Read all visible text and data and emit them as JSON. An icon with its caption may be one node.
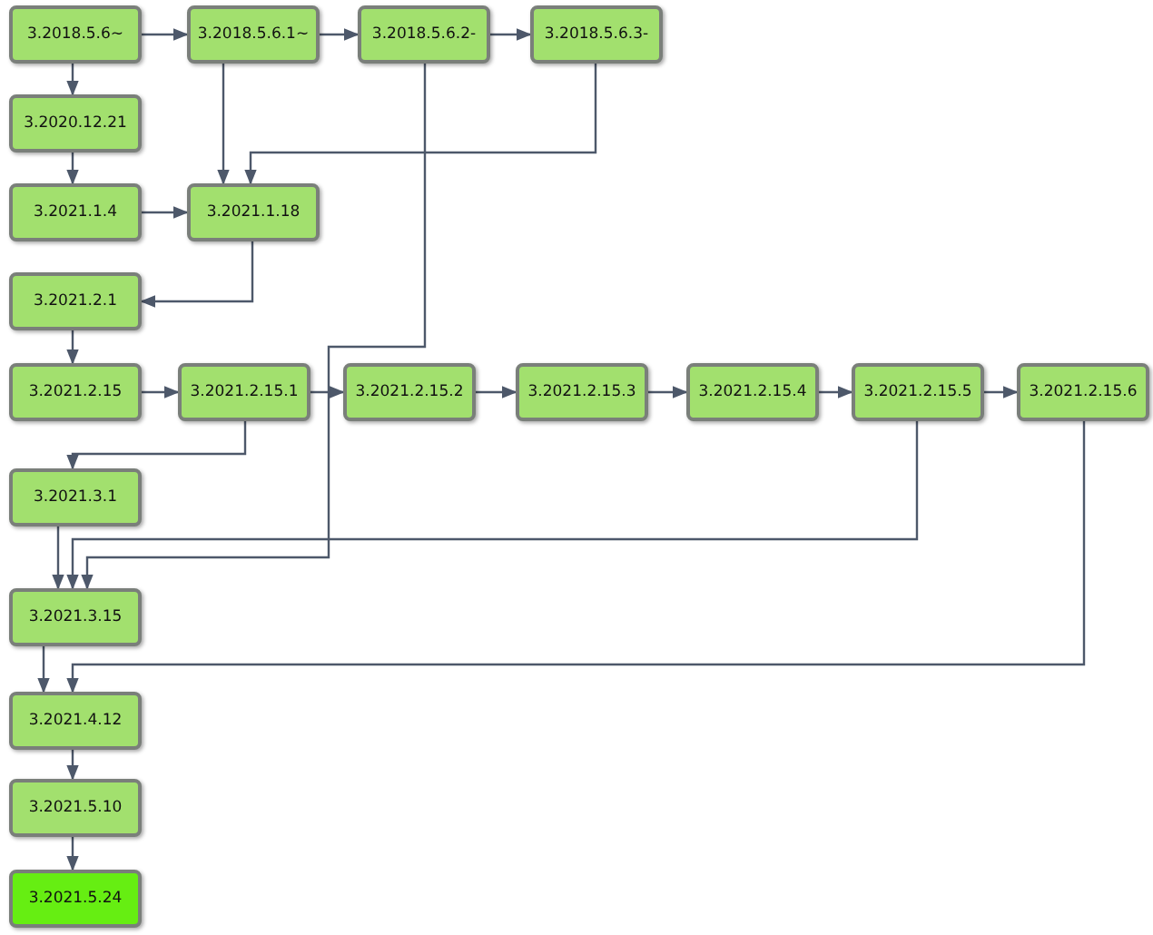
{
  "diagram": {
    "nodes": [
      {
        "text": [
          "3.2018.5.6~"
        ]
      },
      {
        "text": [
          "3.2018.5.6.1~"
        ]
      },
      {
        "text": [
          "3.2018.5.6.2-"
        ]
      },
      {
        "text": [
          "3.2018.5.6.3-"
        ]
      },
      {
        "text": [
          "3.2020.12.21"
        ]
      },
      {
        "text": [
          "3.2021.1.4"
        ]
      },
      {
        "text": [
          "3.2021.1.18"
        ]
      },
      {
        "text": [
          "3.2021.2.1"
        ]
      },
      {
        "text": [
          "3.2021.2.15"
        ]
      },
      {
        "text": [
          "3.2021.2.15.1"
        ]
      },
      {
        "text": [
          "3.2021.2.15.2"
        ]
      },
      {
        "text": [
          "3.2021.2.15.3"
        ]
      },
      {
        "text": [
          "3.2021.2.15.4"
        ]
      },
      {
        "text": [
          "3.2021.2.15.5"
        ]
      },
      {
        "text": [
          "3.2021.2.15.6"
        ]
      },
      {
        "text": [
          "3.2021.3.1"
        ]
      },
      {
        "text": [
          "3.2021.3.15"
        ]
      },
      {
        "text": [
          "3.2021.4.12"
        ]
      },
      {
        "text": [
          "3.2021.5.10"
        ]
      },
      {
        "text": [
          "3.2021.5.24"
        ]
      }
    ],
    "edges": [
      {
        "from": 0,
        "to": 1,
        "arrow": "to"
      },
      {
        "from": 1,
        "to": 2,
        "arrow": "to"
      },
      {
        "from": 2,
        "to": 3,
        "arrow": "to"
      },
      {
        "from": 0,
        "to": 4,
        "arrow": "to"
      },
      {
        "from": 4,
        "to": 5,
        "arrow": "to"
      },
      {
        "from": 1,
        "to": 6,
        "arrow": "to"
      },
      {
        "from": 3,
        "to": 6,
        "arrow": "to"
      },
      {
        "from": 5,
        "to": 6,
        "arrow": "to"
      },
      {
        "from": 6,
        "to": 7,
        "arrow": "to"
      },
      {
        "from": 7,
        "to": 8,
        "arrow": "to"
      },
      {
        "from": 8,
        "to": 9,
        "arrow": "to"
      },
      {
        "from": 9,
        "to": 10,
        "arrow": "to"
      },
      {
        "from": 2,
        "to": 16,
        "arrow": "to"
      },
      {
        "from": 10,
        "to": 11,
        "arrow": "to"
      },
      {
        "from": 11,
        "to": 12,
        "arrow": "to"
      },
      {
        "from": 12,
        "to": 13,
        "arrow": "to"
      },
      {
        "from": 13,
        "to": 14,
        "arrow": "to"
      },
      {
        "from": 9,
        "to": 15,
        "arrow": "to"
      },
      {
        "from": 15,
        "to": 16,
        "arrow": "to"
      },
      {
        "from": 13,
        "to": 16,
        "arrow": "to"
      },
      {
        "from": 16,
        "to": 17,
        "arrow": "to"
      },
      {
        "from": 14,
        "to": 17,
        "arrow": "to"
      },
      {
        "from": 17,
        "to": 18,
        "arrow": "to"
      },
      {
        "from": 18,
        "to": 19,
        "arrow": "to"
      }
    ]
  }
}
